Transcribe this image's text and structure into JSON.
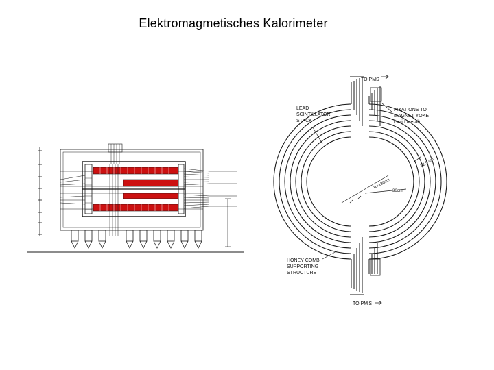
{
  "page": {
    "title": "Elektromagmetisches Kalorimeter"
  },
  "colors": {
    "ink": "#1a1a1a",
    "scintillator_red": "#cc1111",
    "background": "#ffffff"
  },
  "ring": {
    "labels": {
      "top_output": "TO PMS",
      "bottom_output": "TO PM'S",
      "lead_stack": [
        "LEAD",
        "SCINTILLATOR",
        "STACK"
      ],
      "fixations": [
        "FIXATIONS TO",
        "MAGNET YOKE",
        "(solid metal)"
      ],
      "honeycomb": [
        "HONEY COMB",
        "SUPPORTING",
        "STRUCTURE"
      ],
      "dim_outer": "22.5 cm",
      "dim_radius": "R=130cm",
      "dim_inner": "36cm"
    }
  }
}
